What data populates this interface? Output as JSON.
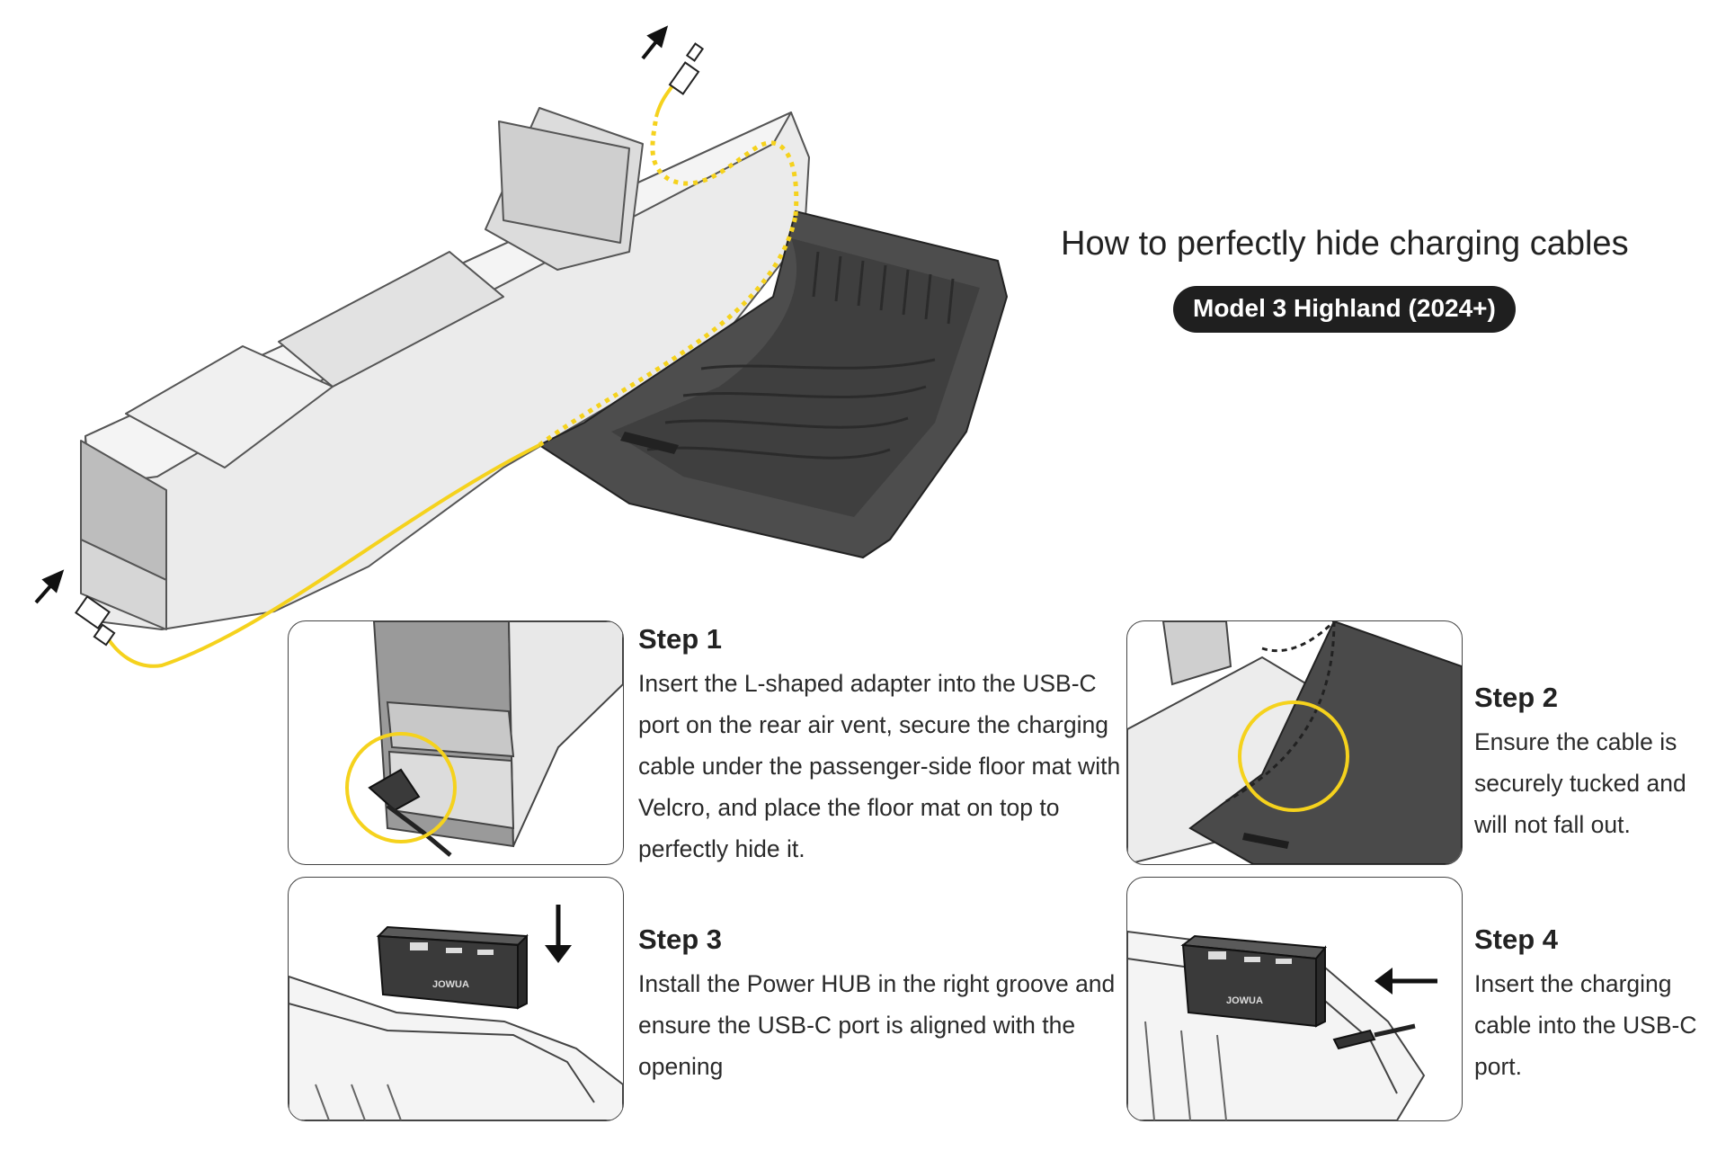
{
  "header": {
    "title": "How to perfectly hide charging cables",
    "badge": "Model 3 Highland (2024+)"
  },
  "brand": {
    "hub_logo": "JOWUA"
  },
  "colors": {
    "cable": "#f5d21d",
    "mat": "#4a4a4a",
    "console": "#e6e6e6",
    "badge_bg": "#1f1f1f"
  },
  "steps": [
    {
      "title": "Step 1",
      "text": "Insert the L-shaped adapter into the USB-C port on the rear air vent, secure the charging cable under the passenger-side floor mat with Velcro, and place the floor mat on top to perfectly hide it."
    },
    {
      "title": "Step 2",
      "text": "Ensure the cable is securely tucked and will not fall out."
    },
    {
      "title": "Step 3",
      "text": "Install the Power HUB in the right groove and ensure the USB-C port is aligned with the opening"
    },
    {
      "title": "Step 4",
      "text": "Insert the charging cable into the USB-C port."
    }
  ]
}
